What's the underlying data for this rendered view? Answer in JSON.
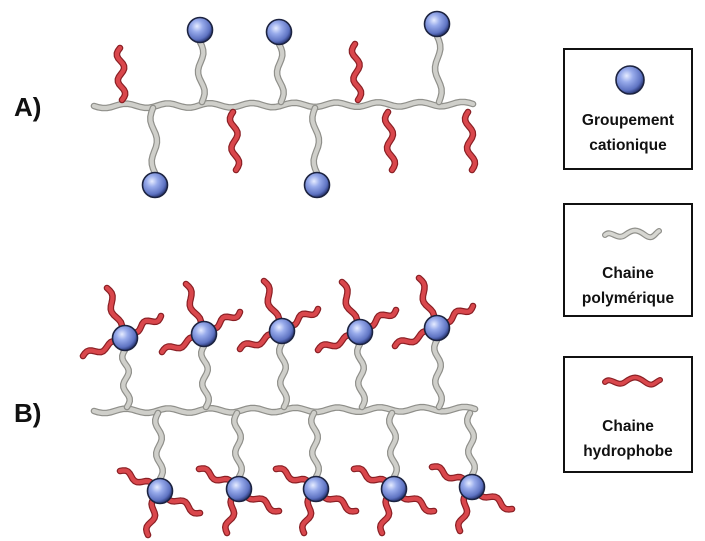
{
  "panels": {
    "a_label": "A)",
    "b_label": "B)"
  },
  "legend": {
    "cationic": {
      "line1": "Groupement",
      "line2": "cationique"
    },
    "polymer": {
      "line1": "Chaine",
      "line2": "polymérique"
    },
    "hydrophobe": {
      "line1": "Chaine",
      "line2": "hydrophobe"
    }
  },
  "colors": {
    "backbone": "#cfcfca",
    "backbone_edge": "#8f8f8a",
    "hydrophobic_chain": "#d9474c",
    "hydrophobic_edge": "#8a1f24",
    "cationic_group": "#8fa3e6",
    "cationic_edge": "#1c2340"
  }
}
